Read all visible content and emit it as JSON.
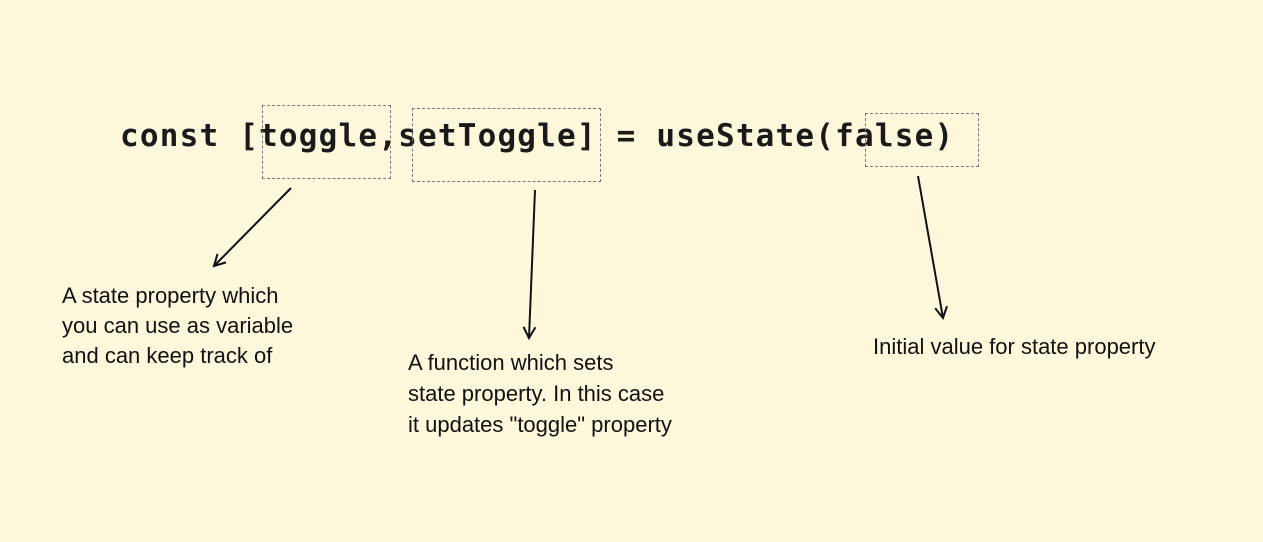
{
  "code": {
    "kw": "const ",
    "open": "[",
    "var": "toggle",
    "comma": ",",
    "setter": "setToggle",
    "rest": "] = useState(",
    "init": "false",
    "close": ")"
  },
  "annotations": {
    "state": [
      "A state property which",
      "you can use as variable",
      "and can keep track of"
    ],
    "setter": [
      "A function which sets",
      "state property. In this case",
      "it updates \"toggle\" property"
    ],
    "initial": [
      "Initial value for state property"
    ]
  }
}
